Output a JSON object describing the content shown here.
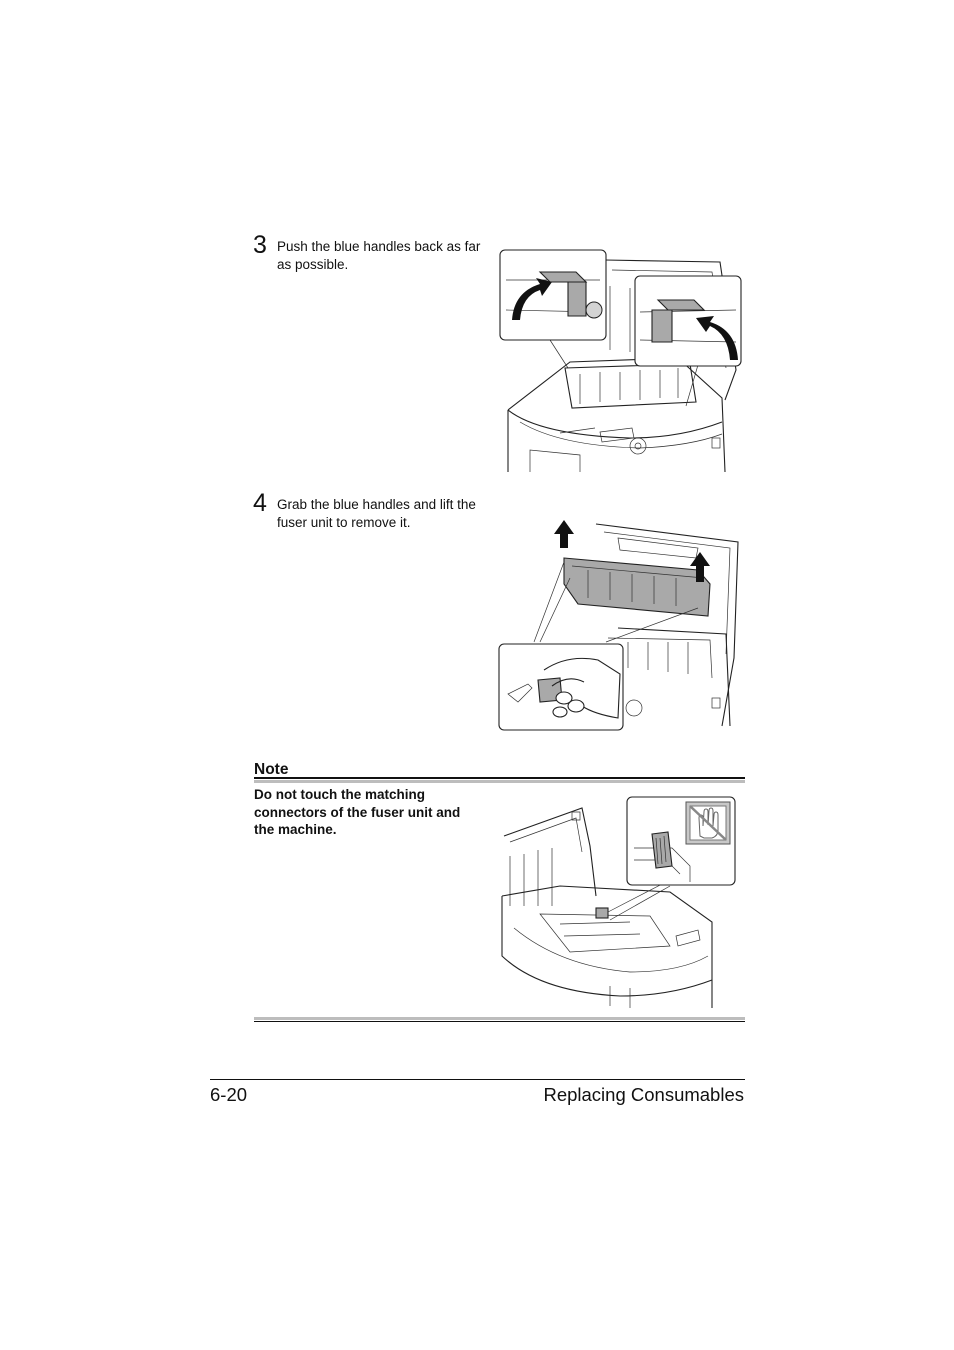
{
  "steps": [
    {
      "number": "3",
      "text": "Push the blue handles back as far as possible."
    },
    {
      "number": "4",
      "text": "Grab the blue handles and lift the fuser unit to remove it."
    }
  ],
  "note": {
    "title": "Note",
    "text": "Do not touch the matching connectors of the fuser unit and the machine."
  },
  "footer": {
    "page_number": "6-20",
    "section_title": "Replacing Consumables"
  },
  "colors": {
    "handle_fill": "#a9a9a9",
    "rule_gray": "#bdbdbd"
  }
}
